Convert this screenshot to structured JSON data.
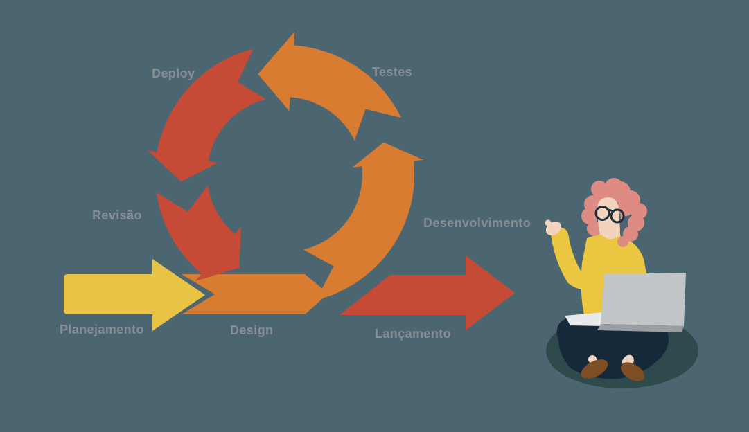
{
  "palette": {
    "background": "#4C6671",
    "label_gray": "#878D94"
  },
  "flow_order": [
    "Planejamento",
    "Design",
    "Desenvolvimento",
    "Testes",
    "Deploy",
    "Revisão",
    "Lançamento"
  ],
  "steps": {
    "planejamento": {
      "label": "Planejamento",
      "color": "#E8C345",
      "shape": "straight-arrow-right"
    },
    "design": {
      "label": "Design",
      "color": "#D77C31",
      "shape": "chevron-arrow-right"
    },
    "desenvolvimento": {
      "label": "Desenvolvimento",
      "color": "#D77C31",
      "shape": "cycle-arc-right"
    },
    "testes": {
      "label": "Testes",
      "color": "#D77C31",
      "shape": "cycle-arc-top"
    },
    "deploy": {
      "label": "Deploy",
      "color": "#C54B37",
      "shape": "cycle-arc-upper-left"
    },
    "revisao": {
      "label": "Revisão",
      "color": "#C54B37",
      "shape": "cycle-arc-lower-left"
    },
    "lancamento": {
      "label": "Lançamento",
      "color": "#C54B37",
      "shape": "straight-arrow-right"
    }
  },
  "illustration": {
    "name": "person-sitting-cross-legged-with-laptop",
    "colors": {
      "hair": "#DE8C83",
      "skin": "#F2D4BE",
      "sweater": "#EBC640",
      "pants": "#16293A",
      "shoes": "#7D4E24",
      "laptop_screen": "#C2C5C8",
      "laptop_edge": "#9A9EA2",
      "laptop_deck": "#E8E9EA",
      "ground_shadow": "#2E4A4C",
      "glasses": "#1D2C3C"
    }
  }
}
